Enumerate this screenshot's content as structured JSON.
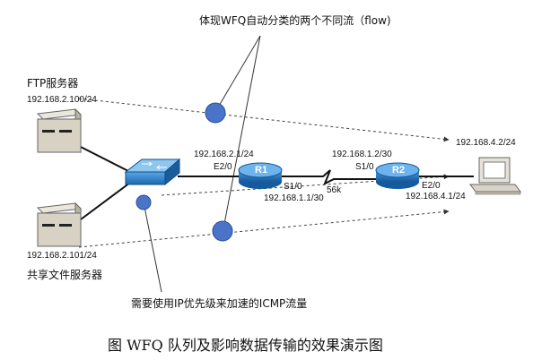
{
  "annotations": {
    "top_note": "体现WFQ自动分类的两个不同流（flow)",
    "bottom_note": "需要使用IP优先级来加速的ICMP流量"
  },
  "nodes": {
    "ftp_server": {
      "name": "FTP服务器",
      "ip": "192.168.2.100/24"
    },
    "share_server": {
      "name": "共享文件服务器",
      "ip": "192.168.2.101/24"
    },
    "r1": {
      "label": "R1",
      "if_lan": "E2/0",
      "ip_lan": "192.168.2.1/24",
      "if_wan": "S1/0",
      "ip_wan": "192.168.1.1/30"
    },
    "link": {
      "bandwidth": "56k"
    },
    "r2": {
      "label": "R2",
      "if_wan": "S1/0",
      "ip_wan": "192.168.1.2/30",
      "if_lan": "E2/0",
      "ip_lan": "192.168.4.1/24"
    },
    "pc": {
      "ip": "192.168.4.2/24"
    }
  },
  "caption": "图 WFQ 队列及影响数据传输的效果演示图",
  "colors": {
    "marker_blue": "#4a74c9",
    "device_blue": "#1f6fb8",
    "server_gray": "#d8d2c4"
  }
}
